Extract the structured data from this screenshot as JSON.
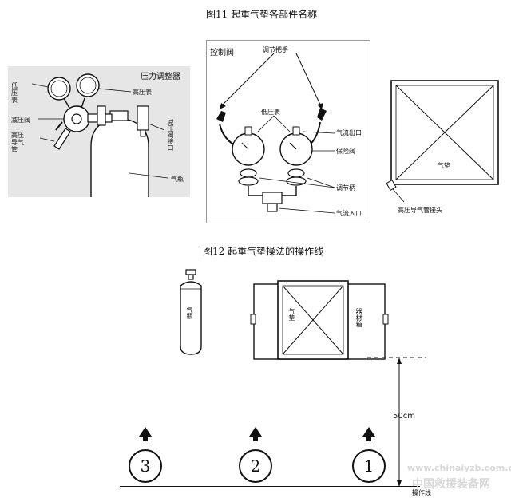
{
  "fig11": {
    "title": "图11 起重气垫各部件名称",
    "regulator_panel": {
      "heading": "压力调整器",
      "low_pressure_gauge": "低压表",
      "high_pressure_gauge": "高压表",
      "pressure_reducing_valve": "减压阀",
      "high_pressure_hose": "高压导气管",
      "valve_connector": "减压阀接口",
      "gas_cylinder": "气瓶"
    },
    "control_panel": {
      "heading": "控制阀",
      "adjust_handle": "调节把手",
      "low_pressure_gauge": "低压表",
      "air_outlet": "气流出口",
      "safety_valve": "保险阀",
      "adjust_knob": "调节柄",
      "air_inlet": "气流入口"
    },
    "cushion_panel": {
      "cushion": "气垫",
      "hose_connector": "高压导气管接头"
    }
  },
  "fig12": {
    "title": "图12 起重气垫操法的操作线",
    "cylinder_label": "气瓶",
    "cushion_label": "气垫",
    "equipment_box_label": "器材箱",
    "distance_label": "50cm",
    "operation_line_label": "操作线",
    "positions": [
      "3",
      "2",
      "1"
    ]
  },
  "watermark": {
    "url": "www.chinaiyzb.com.cn",
    "site": "中国救援装备网"
  }
}
